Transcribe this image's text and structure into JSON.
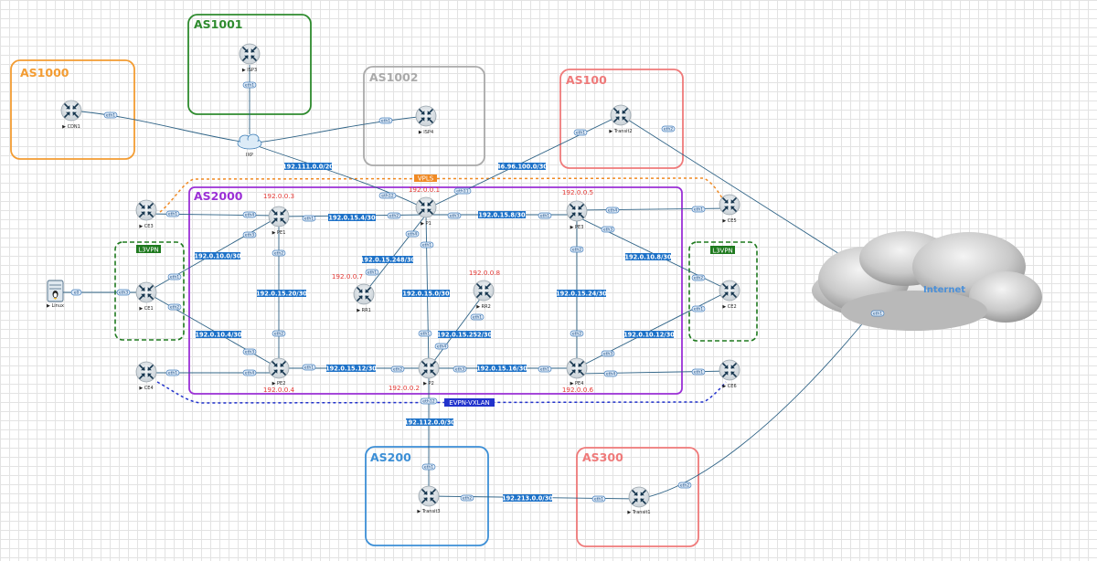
{
  "colors": {
    "as1000": "#f39c32",
    "as1001": "#2e8b2e",
    "as1002": "#aaaaaa",
    "as100": "#ef7a7a",
    "as2000": "#9b30d6",
    "as200": "#3c8fd6",
    "as300": "#ef7a7a",
    "l3vpn": "#1f7a1f",
    "vpls": "#f08a24",
    "evpn": "#2233cc",
    "network_label": "#1e72c8",
    "router_ip": "#e53935",
    "link": "#2f6386"
  },
  "areas": [
    {
      "id": "as1000",
      "title": "AS1000"
    },
    {
      "id": "as1001",
      "title": "AS1001"
    },
    {
      "id": "as1002",
      "title": "AS1002"
    },
    {
      "id": "as100",
      "title": "AS100"
    },
    {
      "id": "as2000",
      "title": "AS2000"
    },
    {
      "id": "as200",
      "title": "AS200"
    },
    {
      "id": "as300",
      "title": "AS300"
    }
  ],
  "overlays": [
    {
      "id": "l3vpn-left",
      "label": "L3VPN"
    },
    {
      "id": "l3vpn-right",
      "label": "L3VPN"
    },
    {
      "id": "vpls",
      "label": "VPLS"
    },
    {
      "id": "evpn",
      "label": "EVPN-VXLAN"
    }
  ],
  "nodes": [
    {
      "id": "cdn1",
      "label": "CDN1",
      "icon": "router-icon"
    },
    {
      "id": "isp3",
      "label": "ISP3",
      "icon": "router-icon"
    },
    {
      "id": "isp4",
      "label": "ISP4",
      "icon": "router-icon"
    },
    {
      "id": "transit2",
      "label": "Transit2",
      "icon": "router-icon"
    },
    {
      "id": "ixp",
      "label": "IXP",
      "icon": "cloud-icon"
    },
    {
      "id": "ce3",
      "label": "CE3",
      "icon": "router-icon"
    },
    {
      "id": "ce1",
      "label": "CE1",
      "icon": "router-icon"
    },
    {
      "id": "ce4",
      "label": "CE4",
      "icon": "router-icon"
    },
    {
      "id": "ce5",
      "label": "CE5",
      "icon": "router-icon"
    },
    {
      "id": "ce2",
      "label": "CE2",
      "icon": "router-icon"
    },
    {
      "id": "ce6",
      "label": "CE6",
      "icon": "router-icon"
    },
    {
      "id": "pe1",
      "label": "PE1",
      "icon": "router-icon"
    },
    {
      "id": "p1",
      "label": "P1",
      "icon": "router-icon"
    },
    {
      "id": "pe3",
      "label": "PE3",
      "icon": "router-icon"
    },
    {
      "id": "rr1",
      "label": "RR1",
      "icon": "router-icon"
    },
    {
      "id": "rr2",
      "label": "RR2",
      "icon": "router-icon"
    },
    {
      "id": "pe2",
      "label": "PE2",
      "icon": "router-icon"
    },
    {
      "id": "p2",
      "label": "P2",
      "icon": "router-icon"
    },
    {
      "id": "pe4",
      "label": "PE4",
      "icon": "router-icon"
    },
    {
      "id": "transit3",
      "label": "Transit3",
      "icon": "router-icon"
    },
    {
      "id": "transit1",
      "label": "Transit1",
      "icon": "router-icon"
    },
    {
      "id": "linux",
      "label": "Linux",
      "icon": "server-icon"
    },
    {
      "id": "internet",
      "label": "Internet",
      "icon": "cloud-icon"
    }
  ],
  "router_ips": [
    {
      "id": "pe1",
      "ip": "192.0.0.3"
    },
    {
      "id": "p1",
      "ip": "192.0.0.1"
    },
    {
      "id": "pe3",
      "ip": "192.0.0.5"
    },
    {
      "id": "rr1",
      "ip": "192.0.0.7"
    },
    {
      "id": "rr2",
      "ip": "192.0.0.8"
    },
    {
      "id": "pe2",
      "ip": "192.0.0.4"
    },
    {
      "id": "p2",
      "ip": "192.0.0.2"
    },
    {
      "id": "pe4",
      "ip": "192.0.0.6"
    }
  ],
  "networks": [
    {
      "id": "n-ixp",
      "label": "192.111.0.0/20"
    },
    {
      "id": "n-transit2",
      "label": "46.96.100.0/30"
    },
    {
      "id": "n-pe1-p1",
      "label": "192.0.15.4/30"
    },
    {
      "id": "n-p1-pe3",
      "label": "192.0.15.8/30"
    },
    {
      "id": "n-ce1-pe1",
      "label": "192.0.10.0/30"
    },
    {
      "id": "n-p1-rr1",
      "label": "192.0.15.248/30"
    },
    {
      "id": "n-pe3-ce2",
      "label": "192.0.10.8/30"
    },
    {
      "id": "n-pe1-pe2",
      "label": "192.0.15.20/30"
    },
    {
      "id": "n-p1-p2",
      "label": "192.0.15.0/30"
    },
    {
      "id": "n-pe3-pe4",
      "label": "192.0.15.24/30"
    },
    {
      "id": "n-ce1-pe2",
      "label": "192.0.10.4/30"
    },
    {
      "id": "n-rr2-p2",
      "label": "192.0.15.252/30"
    },
    {
      "id": "n-pe4-ce2",
      "label": "192.0.10.12/30"
    },
    {
      "id": "n-pe2-p2",
      "label": "192.0.15.12/30"
    },
    {
      "id": "n-p2-pe4",
      "label": "192.0.15.16/30"
    },
    {
      "id": "n-p2-transit3",
      "label": "192.112.0.0/30"
    },
    {
      "id": "n-transit3-transit1",
      "label": "192.213.0.0/30"
    }
  ],
  "interfaces": [
    {
      "id": "cdn1-eth1",
      "label": "eth1"
    },
    {
      "id": "isp3-eth1",
      "label": "eth1"
    },
    {
      "id": "isp4-eth1",
      "label": "eth1"
    },
    {
      "id": "transit2-eth1",
      "label": "eth1"
    },
    {
      "id": "transit2-eth2",
      "label": "eth2"
    },
    {
      "id": "ce3-eth1",
      "label": "eth1"
    },
    {
      "id": "pe1-eth4",
      "label": "eth4"
    },
    {
      "id": "pe1-eth1",
      "label": "eth1"
    },
    {
      "id": "pe1-eth3",
      "label": "eth3"
    },
    {
      "id": "pe1-eth2",
      "label": "eth2"
    },
    {
      "id": "p1-eth12",
      "label": "eth12"
    },
    {
      "id": "p1-eth11",
      "label": "eth11"
    },
    {
      "id": "p1-eth2",
      "label": "eth2"
    },
    {
      "id": "p1-eth3",
      "label": "eth3"
    },
    {
      "id": "p1-eth4",
      "label": "eth4"
    },
    {
      "id": "p1-eth1",
      "label": "eth1"
    },
    {
      "id": "pe3-eth1",
      "label": "eth1"
    },
    {
      "id": "pe3-eth4",
      "label": "eth4"
    },
    {
      "id": "pe3-eth3",
      "label": "eth3"
    },
    {
      "id": "pe3-eth2",
      "label": "eth2"
    },
    {
      "id": "ce5-eth1",
      "label": "eth1"
    },
    {
      "id": "ce1-eth3",
      "label": "eth3"
    },
    {
      "id": "ce1-eth1",
      "label": "eth1"
    },
    {
      "id": "ce1-eth2",
      "label": "eth2"
    },
    {
      "id": "linux-e0",
      "label": "e0"
    },
    {
      "id": "rr1-eth1",
      "label": "eth1"
    },
    {
      "id": "rr2-eth1",
      "label": "eth1"
    },
    {
      "id": "ce2-eth2",
      "label": "eth2"
    },
    {
      "id": "ce2-eth1",
      "label": "eth1"
    },
    {
      "id": "pe2-eth2",
      "label": "eth2"
    },
    {
      "id": "pe2-eth3",
      "label": "eth3"
    },
    {
      "id": "pe2-eth4",
      "label": "eth4"
    },
    {
      "id": "pe2-eth1",
      "label": "eth1"
    },
    {
      "id": "p2-eth1",
      "label": "eth1"
    },
    {
      "id": "p2-eth4",
      "label": "eth4"
    },
    {
      "id": "p2-eth2",
      "label": "eth2"
    },
    {
      "id": "p2-eth3",
      "label": "eth3"
    },
    {
      "id": "p2-eth12",
      "label": "eth12"
    },
    {
      "id": "pe4-eth2",
      "label": "eth2"
    },
    {
      "id": "pe4-eth1",
      "label": "eth1"
    },
    {
      "id": "pe4-eth3",
      "label": "eth3"
    },
    {
      "id": "pe4-eth4",
      "label": "eth4"
    },
    {
      "id": "ce4-eth1",
      "label": "eth1"
    },
    {
      "id": "ce6-eth1",
      "label": "eth1"
    },
    {
      "id": "transit3-eth1",
      "label": "eth1"
    },
    {
      "id": "transit3-eth2",
      "label": "eth2"
    },
    {
      "id": "transit1-eth1",
      "label": "eth1"
    },
    {
      "id": "transit1-eth2",
      "label": "eth2"
    },
    {
      "id": "internet-eth1",
      "label": "eth1"
    }
  ],
  "links": [
    {
      "from": "cdn1",
      "to": "ixp"
    },
    {
      "from": "isp3",
      "to": "ixp"
    },
    {
      "from": "isp4",
      "to": "ixp"
    },
    {
      "from": "ixp",
      "to": "p1"
    },
    {
      "from": "p1",
      "to": "transit2"
    },
    {
      "from": "transit2",
      "to": "internet"
    },
    {
      "from": "ce3",
      "to": "pe1"
    },
    {
      "from": "pe1",
      "to": "p1"
    },
    {
      "from": "p1",
      "to": "pe3"
    },
    {
      "from": "pe3",
      "to": "ce5"
    },
    {
      "from": "ce1",
      "to": "pe1"
    },
    {
      "from": "ce1",
      "to": "pe2"
    },
    {
      "from": "linux",
      "to": "ce1"
    },
    {
      "from": "p1",
      "to": "rr1"
    },
    {
      "from": "pe3",
      "to": "ce2"
    },
    {
      "from": "pe1",
      "to": "pe2"
    },
    {
      "from": "p1",
      "to": "p2"
    },
    {
      "from": "pe3",
      "to": "pe4"
    },
    {
      "from": "rr2",
      "to": "p2"
    },
    {
      "from": "pe4",
      "to": "ce2"
    },
    {
      "from": "ce4",
      "to": "pe2"
    },
    {
      "from": "pe2",
      "to": "p2"
    },
    {
      "from": "p2",
      "to": "pe4"
    },
    {
      "from": "pe4",
      "to": "ce6"
    },
    {
      "from": "p2",
      "to": "transit3"
    },
    {
      "from": "transit3",
      "to": "transit1"
    },
    {
      "from": "transit1",
      "to": "internet"
    }
  ]
}
